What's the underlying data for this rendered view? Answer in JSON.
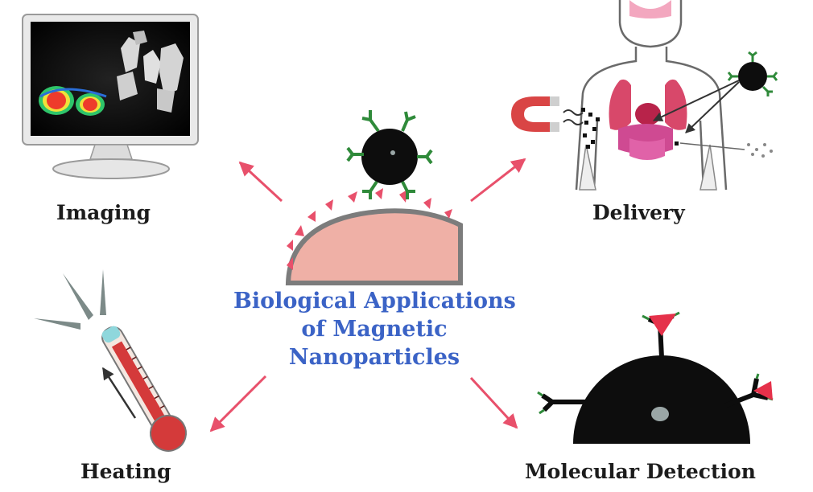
{
  "center_title": {
    "lines": [
      "Biological Applications",
      "of Magnetic",
      "Nanoparticles"
    ]
  },
  "labels": {
    "imaging": "Imaging",
    "delivery": "Delivery",
    "heating": "Heating",
    "detection": "Molecular Detection"
  },
  "colors": {
    "title_blue": "#3b63c6",
    "arrow_red": "#e8506b",
    "tissue_pink": "#efb0a6",
    "tissue_edge": "#888888",
    "particle_black": "#0d0d0d",
    "ligand_green": "#2f8a3a",
    "marker_red": "#e5314a",
    "thermometer_red": "#d43a3a"
  },
  "icons": {
    "imaging": "monitor-scan-icon",
    "delivery": "human-body-magnet-icon",
    "heating": "thermometer-icon",
    "detection": "nanoparticle-binding-icon",
    "center": "cell-surface-nanoparticle-icon"
  }
}
